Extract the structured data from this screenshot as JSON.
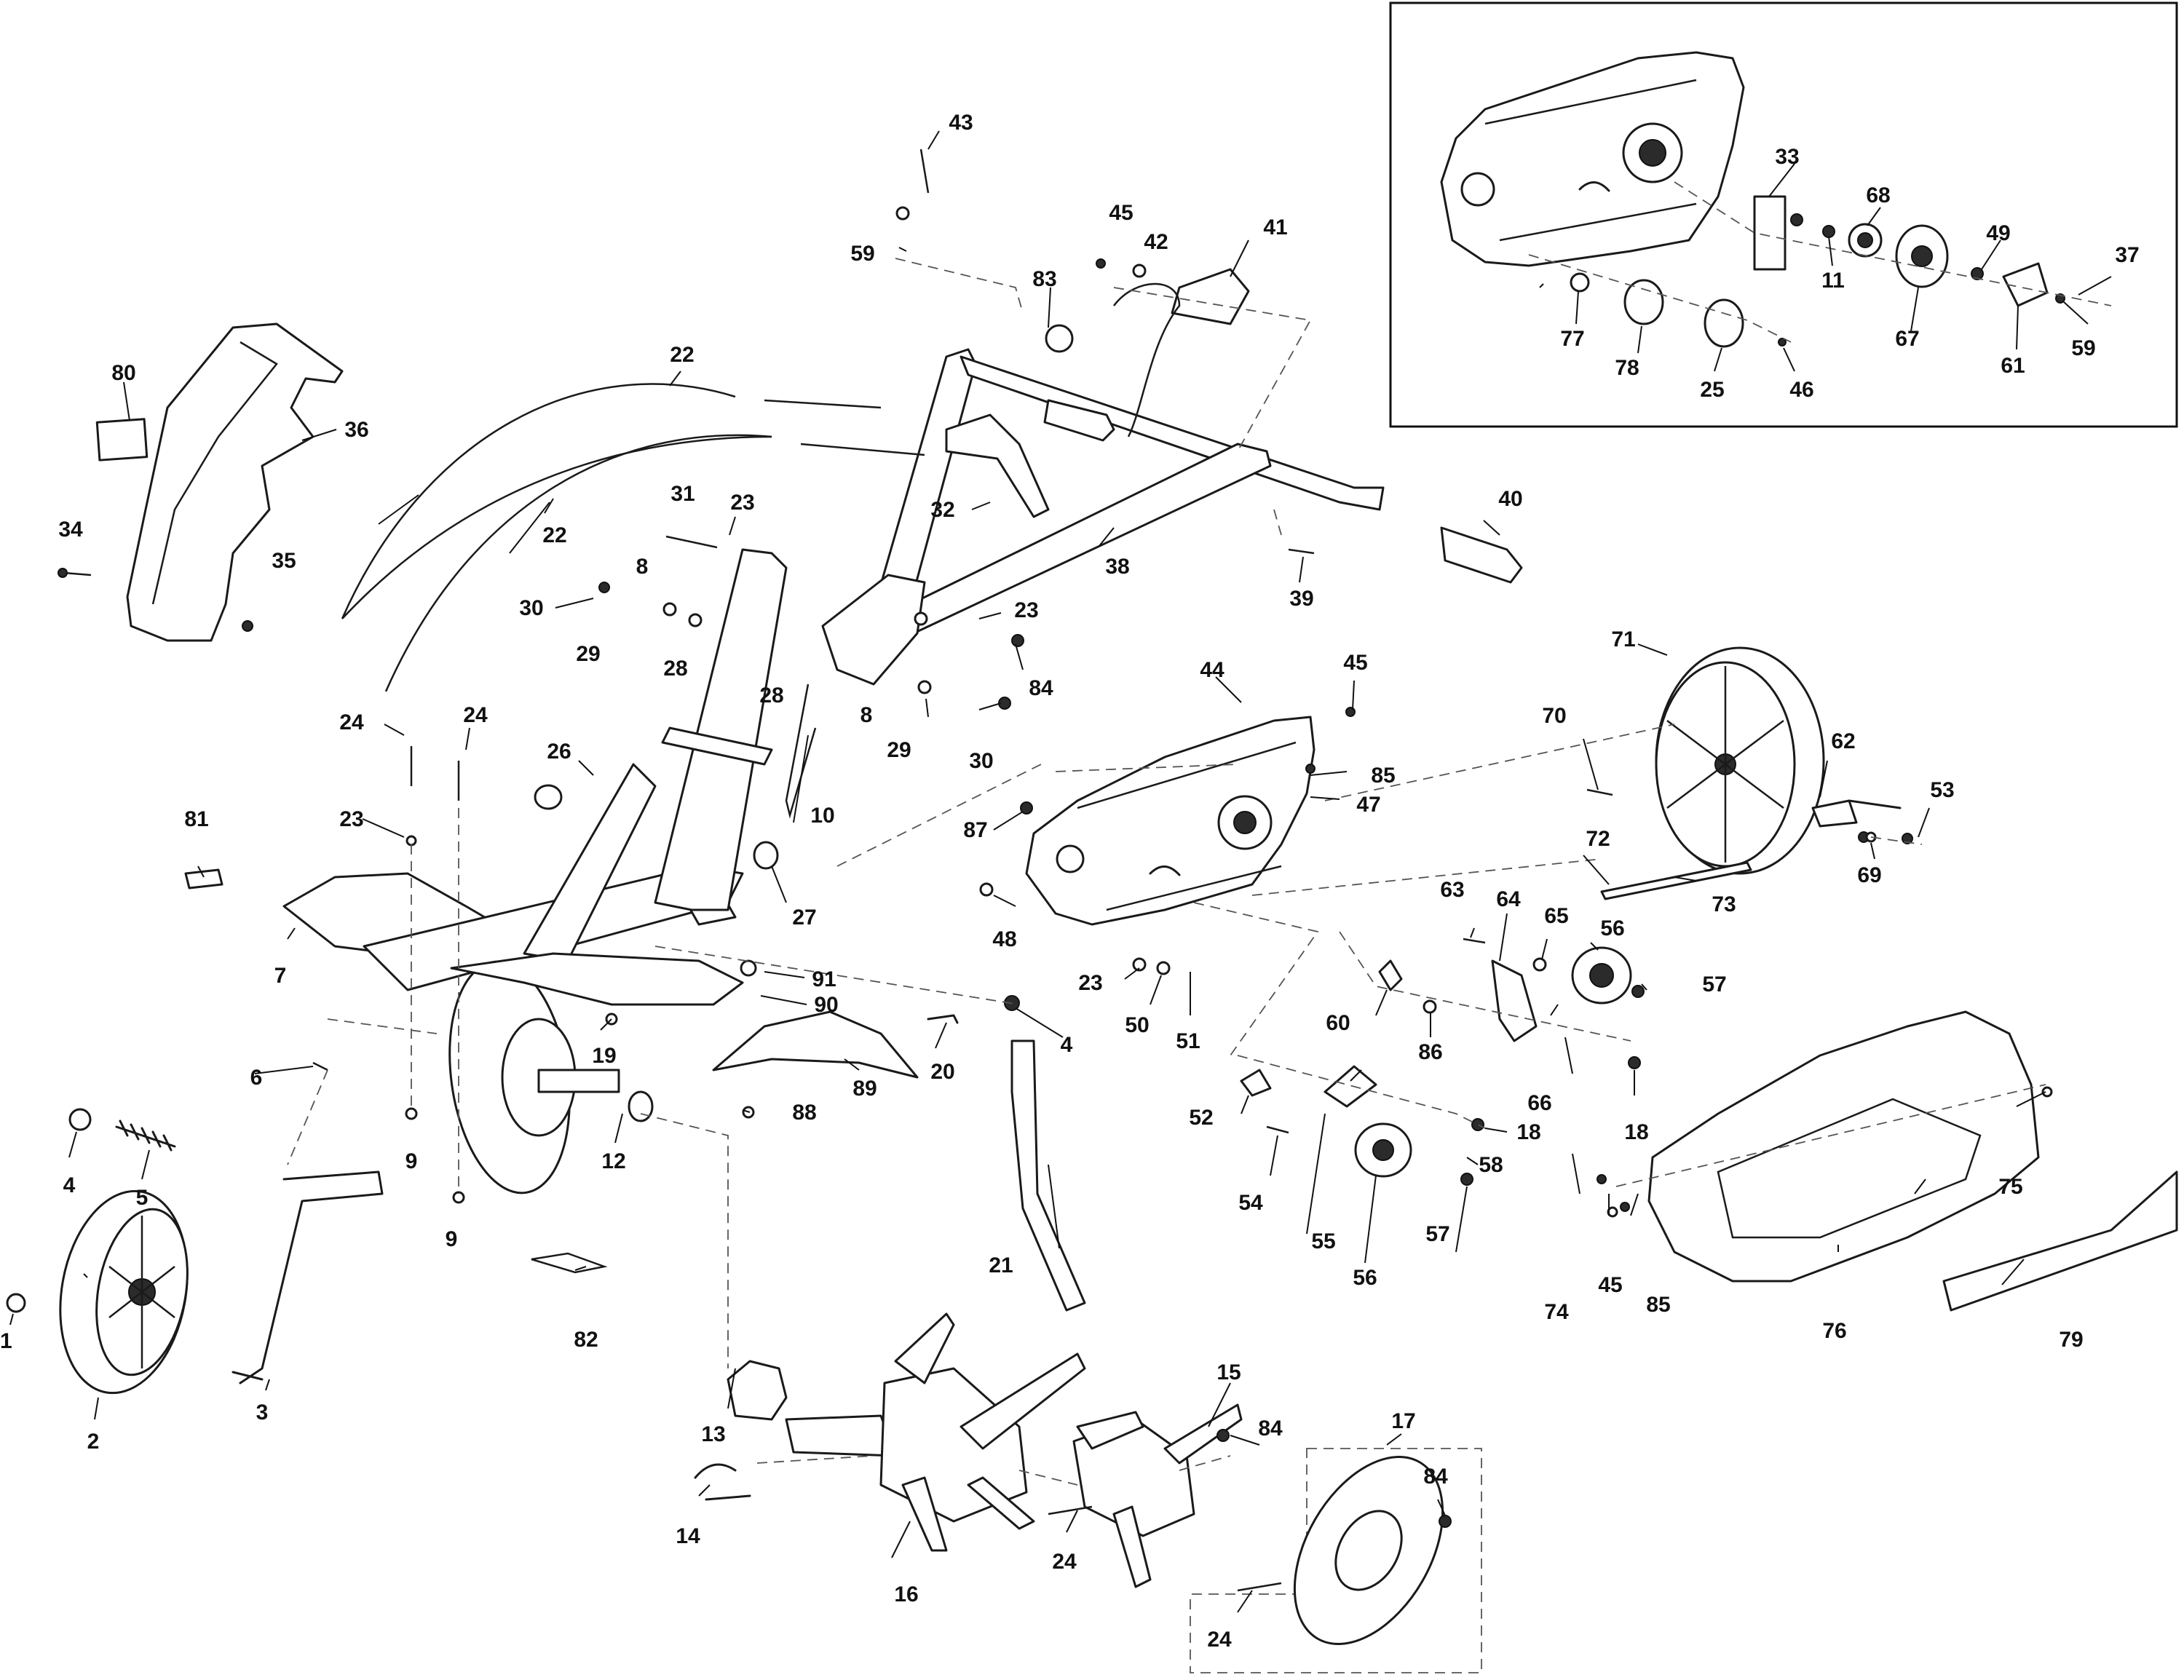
{
  "callouts": {
    "c1": "1",
    "c2": "2",
    "c3": "3",
    "c4a": "4",
    "c4b": "4",
    "c5": "5",
    "c6": "6",
    "c7": "7",
    "c8a": "8",
    "c8b": "8",
    "c9a": "9",
    "c9b": "9",
    "c10": "10",
    "c11": "11",
    "c12": "12",
    "c13": "13",
    "c14": "14",
    "c15": "15",
    "c16": "16",
    "c17": "17",
    "c18a": "18",
    "c18b": "18",
    "c19": "19",
    "c20": "20",
    "c21": "21",
    "c22a": "22",
    "c22b": "22",
    "c23a": "23",
    "c23b": "23",
    "c23c": "23",
    "c23d": "23",
    "c24a": "24",
    "c24b": "24",
    "c24c": "24",
    "c24d": "24",
    "c25": "25",
    "c26": "26",
    "c27": "27",
    "c28a": "28",
    "c28b": "28",
    "c29a": "29",
    "c29b": "29",
    "c30a": "30",
    "c30b": "30",
    "c31": "31",
    "c32": "32",
    "c33": "33",
    "c34": "34",
    "c35": "35",
    "c36": "36",
    "c37": "37",
    "c38": "38",
    "c39": "39",
    "c40": "40",
    "c41": "41",
    "c42": "42",
    "c43": "43",
    "c44": "44",
    "c45a": "45",
    "c45b": "45",
    "c45c": "45",
    "c46": "46",
    "c47": "47",
    "c48": "48",
    "c49": "49",
    "c50": "50",
    "c51": "51",
    "c52": "52",
    "c53": "53",
    "c54": "54",
    "c55": "55",
    "c56a": "56",
    "c56b": "56",
    "c57a": "57",
    "c57b": "57",
    "c58": "58",
    "c59a": "59",
    "c59b": "59",
    "c60": "60",
    "c61": "61",
    "c62": "62",
    "c63": "63",
    "c64": "64",
    "c65": "65",
    "c66": "66",
    "c67": "67",
    "c68": "68",
    "c69": "69",
    "c70": "70",
    "c71": "71",
    "c72": "72",
    "c73": "73",
    "c74": "74",
    "c75": "75",
    "c76": "76",
    "c77": "77",
    "c78": "78",
    "c79": "79",
    "c80": "80",
    "c81": "81",
    "c82": "82",
    "c83": "83",
    "c84a": "84",
    "c84b": "84",
    "c84c": "84",
    "c85a": "85",
    "c85b": "85",
    "c86": "86",
    "c87": "87",
    "c88": "88",
    "c89": "89",
    "c90": "90",
    "c91": "91"
  }
}
